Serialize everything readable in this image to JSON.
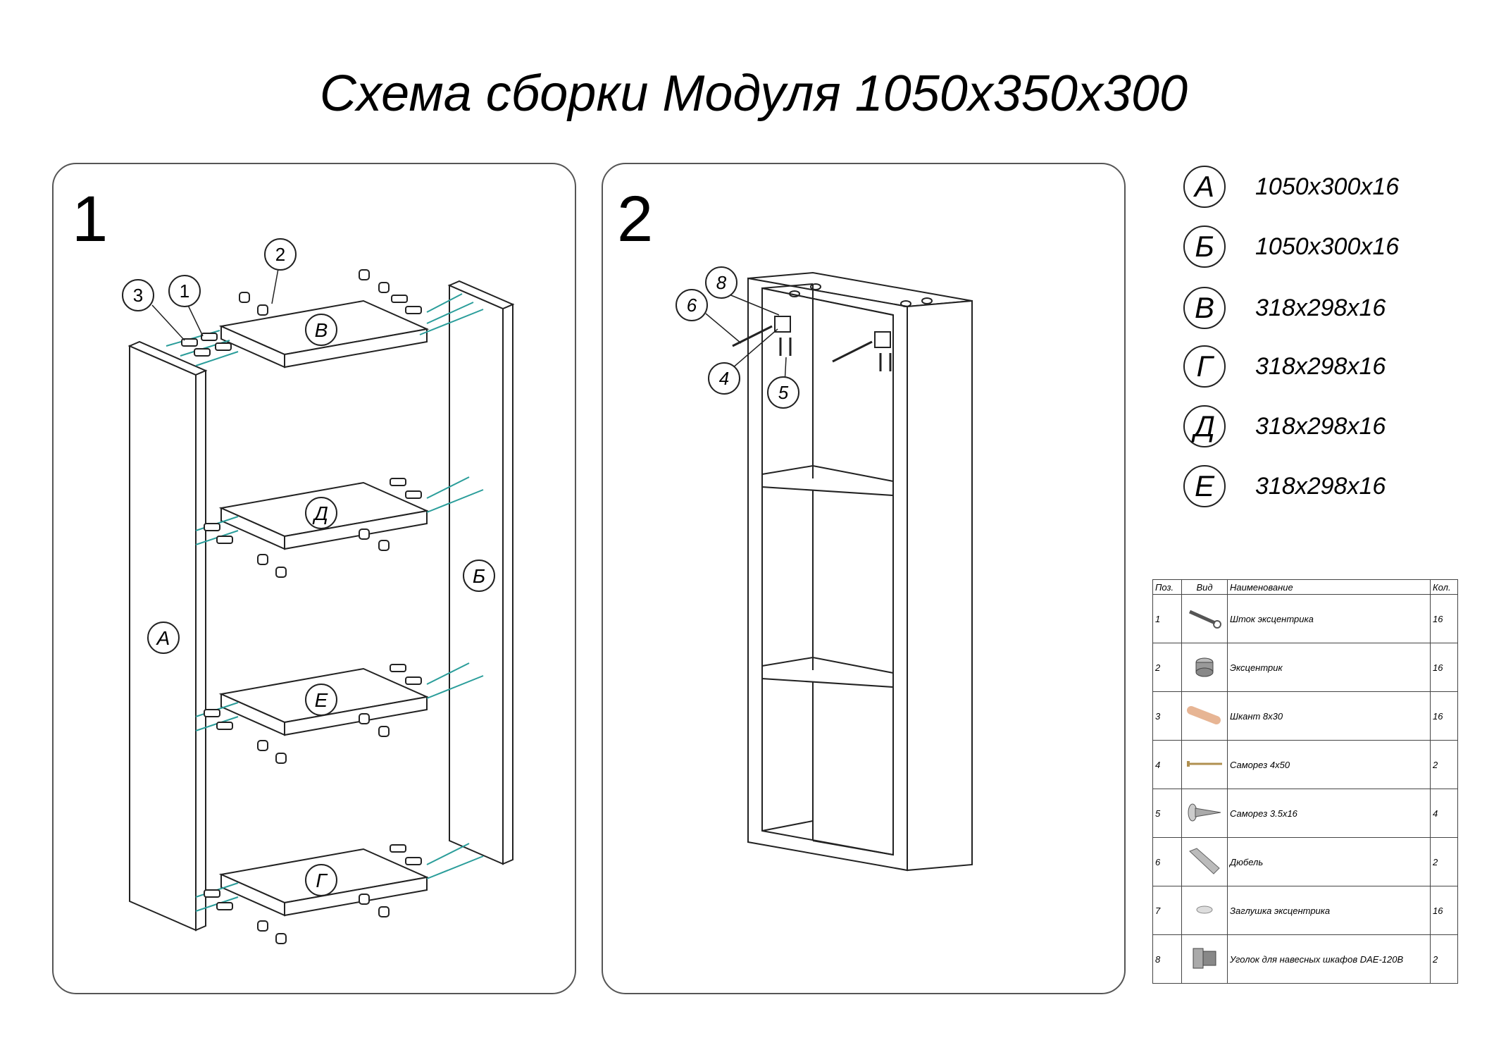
{
  "title": "Схема сборки Модуля 1050х350х300",
  "step1": {
    "number": "1",
    "panel_labels": [
      "А",
      "Б",
      "В",
      "Г",
      "Д",
      "Е"
    ],
    "callouts": [
      "1",
      "2",
      "3"
    ]
  },
  "step2": {
    "number": "2",
    "callouts": [
      "4",
      "5",
      "6",
      "8"
    ]
  },
  "legend": [
    {
      "letter": "А",
      "dims": "1050х300х16"
    },
    {
      "letter": "Б",
      "dims": "1050х300х16"
    },
    {
      "letter": "В",
      "dims": "318х298х16"
    },
    {
      "letter": "Г",
      "dims": "318х298х16"
    },
    {
      "letter": "Д",
      "dims": "318х298х16"
    },
    {
      "letter": "Е",
      "dims": "318х298х16"
    }
  ],
  "parts_table": {
    "headers": {
      "pos": "Поз.",
      "view": "Вид",
      "name": "Наименование",
      "qty": "Кол."
    },
    "rows": [
      {
        "pos": "1",
        "icon": "eccentric-rod-icon",
        "name": "Шток эксцентрика",
        "qty": "16"
      },
      {
        "pos": "2",
        "icon": "eccentric-icon",
        "name": "Эксцентрик",
        "qty": "16"
      },
      {
        "pos": "3",
        "icon": "dowel-pin-icon",
        "name": "Шкант 8х30",
        "qty": "16"
      },
      {
        "pos": "4",
        "icon": "screw-long-icon",
        "name": "Саморез 4х50",
        "qty": "2"
      },
      {
        "pos": "5",
        "icon": "screw-short-icon",
        "name": "Саморез 3.5х16",
        "qty": "4"
      },
      {
        "pos": "6",
        "icon": "wall-plug-icon",
        "name": "Дюбель",
        "qty": "2"
      },
      {
        "pos": "7",
        "icon": "cap-icon",
        "name": "Заглушка эксцентрика",
        "qty": "16"
      },
      {
        "pos": "8",
        "icon": "hanging-bracket-icon",
        "name": "Уголок для навесных шкафов DAE-120B",
        "qty": "2"
      }
    ]
  }
}
